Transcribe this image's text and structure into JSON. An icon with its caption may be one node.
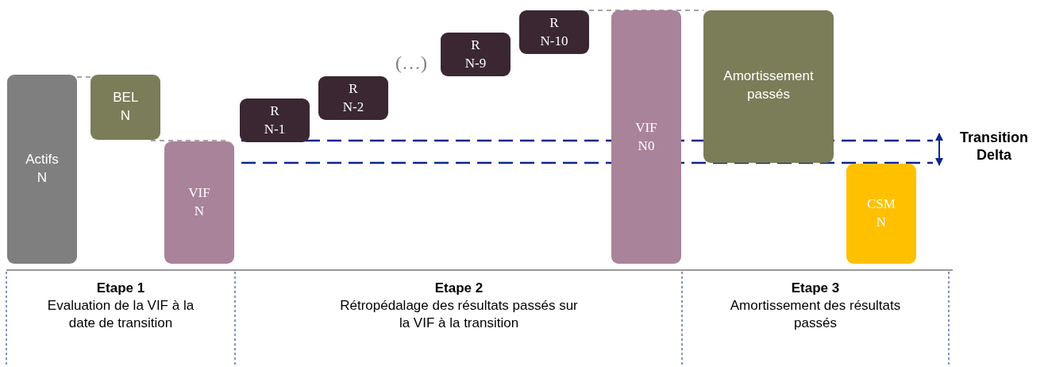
{
  "diagram": {
    "nodes": [
      {
        "text": [
          "Actifs N"
        ]
      },
      {
        "text": [
          "BEL N"
        ]
      },
      {
        "text": [
          "VIF N"
        ]
      },
      {
        "text": [
          "R N-1"
        ]
      },
      {
        "text": [
          "R N-2"
        ]
      },
      {
        "text": [
          "R N-9"
        ]
      },
      {
        "text": [
          "R N-10"
        ]
      },
      {
        "text": [
          "VIF N0"
        ]
      },
      {
        "text": [
          "Amortissement passés"
        ]
      },
      {
        "text": [
          "CSM N"
        ]
      },
      {
        "text": [
          "Etape 1",
          "Evaluation de la VIF à la date de transition"
        ]
      },
      {
        "text": [
          "Etape 2",
          "Rétropédalage des résultats passés sur la VIF à la transition"
        ]
      },
      {
        "text": [
          "Etape 3",
          "Amortissement des résultats passés"
        ]
      }
    ],
    "edges": [
      {
        "from": 0,
        "to": 1,
        "arrow": "none",
        "style": "dashed",
        "color": "#888888"
      },
      {
        "from": 1,
        "to": 2,
        "arrow": "none",
        "style": "dashed",
        "color": "#888888"
      },
      {
        "from": 6,
        "to": 8,
        "arrow": "none",
        "style": "dashed",
        "color": "#888888"
      }
    ],
    "labels": [
      "(…)",
      "Transition Delta"
    ]
  }
}
